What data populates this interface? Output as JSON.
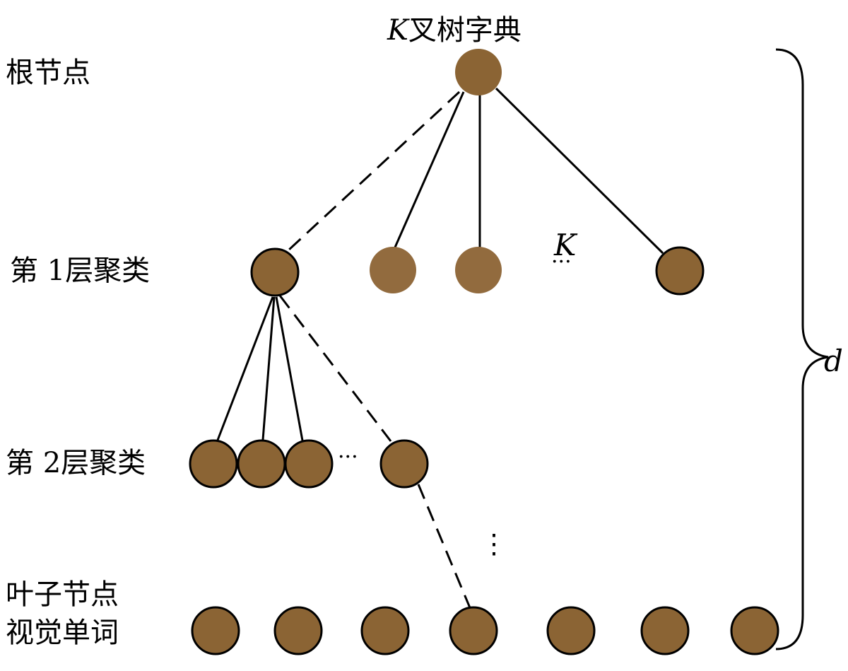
{
  "title": {
    "k": "K",
    "text": "叉树字典"
  },
  "row_labels": {
    "root": "根节点",
    "level1": "第 1层聚类",
    "level2": "第 2层聚类",
    "leaf_line1": "叶子节点",
    "leaf_line2": "视觉单词"
  },
  "annotations": {
    "branching": "K",
    "depth": "d",
    "ellipsis": "···",
    "vertical_ellipsis": "⋮"
  },
  "colors": {
    "node_fill": "#8b6434",
    "node_fill_light": "#926b3e",
    "edge": "#000000"
  }
}
